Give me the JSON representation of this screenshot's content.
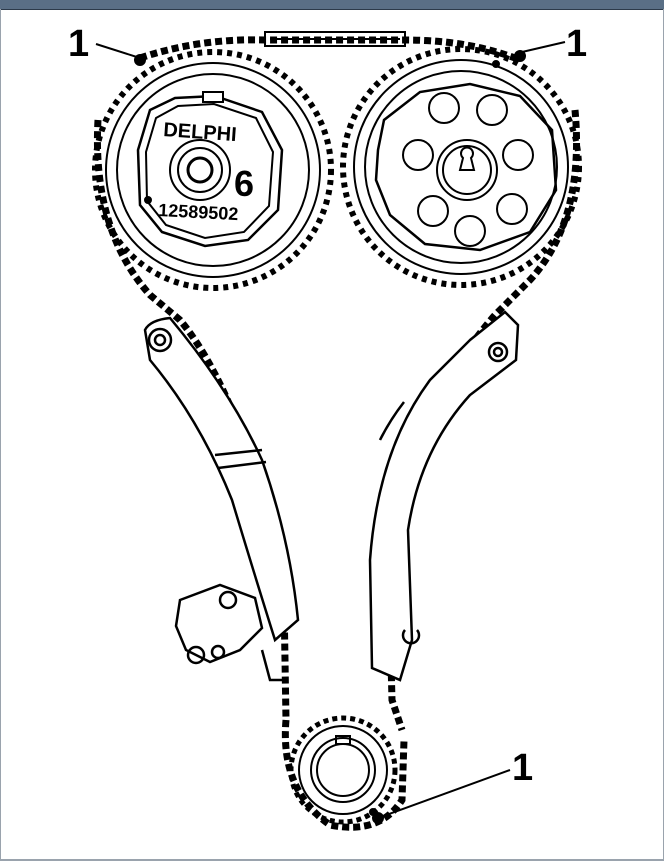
{
  "diagram": {
    "callouts": [
      "1",
      "1",
      "1"
    ],
    "sprocket_text": {
      "brand": "DELPHI",
      "part_number": "12589502",
      "mark": "6"
    }
  },
  "colors": {
    "header": "#5a6f86",
    "line": "#000000",
    "background": "#ffffff"
  }
}
